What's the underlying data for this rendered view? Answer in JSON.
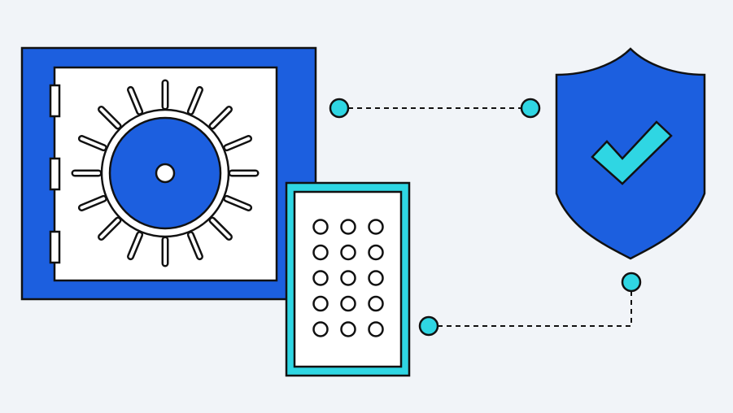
{
  "illustration": {
    "elements": {
      "safe": "safe-icon",
      "dial": "combination-dial-icon",
      "keypad": "keypad-icon",
      "shield": "shield-check-icon",
      "connectors": [
        "dashed-connector",
        "connector-dot"
      ]
    },
    "colors": {
      "background": "#F1F4F8",
      "primary_blue": "#1C5FDF",
      "accent_cyan": "#2FD6E3",
      "outline": "#111111",
      "panel_white": "#FFFFFF"
    },
    "keypad": {
      "rows": 5,
      "columns": 3
    }
  }
}
